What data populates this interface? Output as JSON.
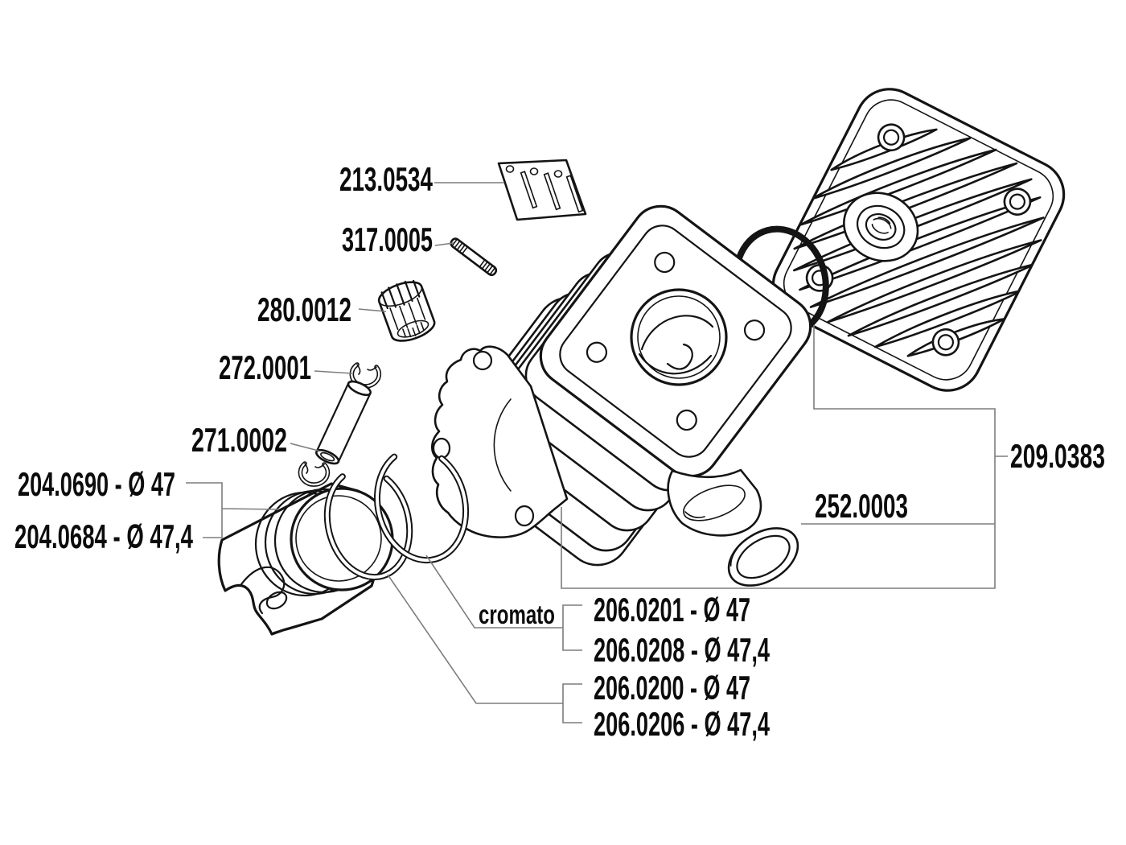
{
  "diagram": {
    "kind": "exploded-parts-diagram",
    "subject": "cylinder kit with head, piston, rings, gaskets and small parts",
    "background_color": "#ffffff",
    "line_color": "#141414",
    "leader_line_color": "#7d7d7d"
  },
  "labels": {
    "reed_petals": "213.0534",
    "stud": "317.0005",
    "small_end_bearing": "280.0012",
    "pin_circlip": "272.0001",
    "piston_pin": "271.0002",
    "piston_d47": "204.0690 - Ø 47",
    "piston_d474": "204.0684 - Ø 47,4",
    "gasket_set": "209.0383",
    "exhaust_gasket": "252.0003",
    "chrome_note": "cromato",
    "ring_chrome_d47": "206.0201 - Ø 47",
    "ring_chrome_d474": "206.0208 - Ø 47,4",
    "ring_d47": "206.0200 - Ø 47",
    "ring_d474": "206.0206 - Ø 47,4"
  }
}
